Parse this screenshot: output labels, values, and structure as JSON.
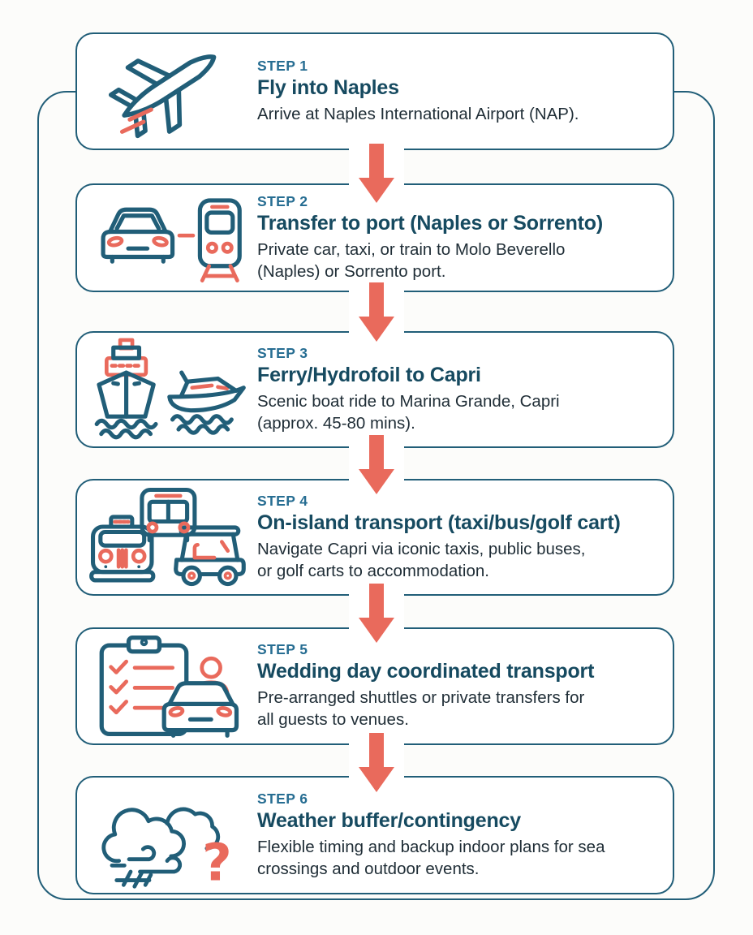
{
  "infographic": {
    "type": "vertical-step-flow",
    "colors": {
      "outline_teal": "#215e78",
      "step_label_blue": "#266d92",
      "title_navy": "#164a60",
      "body_text": "#1f2d36",
      "accent_coral": "#e96a5c",
      "card_background": "#ffffff",
      "page_background": "#fcfcfa"
    },
    "connector": {
      "icon": "down-arrow-icon",
      "color": "#e96a5c"
    },
    "steps": [
      {
        "step_label": "STEP 1",
        "title": "Fly into Naples",
        "description": "Arrive at Naples International Airport (NAP).",
        "icon": "airplane-icon"
      },
      {
        "step_label": "STEP 2",
        "title": "Transfer to port (Naples or Sorrento)",
        "description": "Private car, taxi, or train to Molo Beverello\n(Naples) or Sorrento port.",
        "icon": "car-train-icon"
      },
      {
        "step_label": "STEP 3",
        "title": "Ferry/Hydrofoil to Capri",
        "description": "Scenic boat ride to Marina Grande, Capri\n(approx. 45-80 mins).",
        "icon": "ferry-hydrofoil-icon"
      },
      {
        "step_label": "STEP 4",
        "title": "On-island transport (taxi/bus/golf cart)",
        "description": "Navigate Capri via iconic taxis, public buses,\nor golf carts to accommodation.",
        "icon": "taxi-bus-golf-cart-icon"
      },
      {
        "step_label": "STEP 5",
        "title": "Wedding day coordinated transport",
        "description": "Pre-arranged shuttles or private transfers for\nall guests to venues.",
        "icon": "clipboard-person-car-icon"
      },
      {
        "step_label": "STEP 6",
        "title": "Weather buffer/contingency",
        "description": "Flexible timing and backup indoor plans for sea\ncrossings and outdoor events.",
        "icon": "storm-cloud-question-icon"
      }
    ]
  }
}
